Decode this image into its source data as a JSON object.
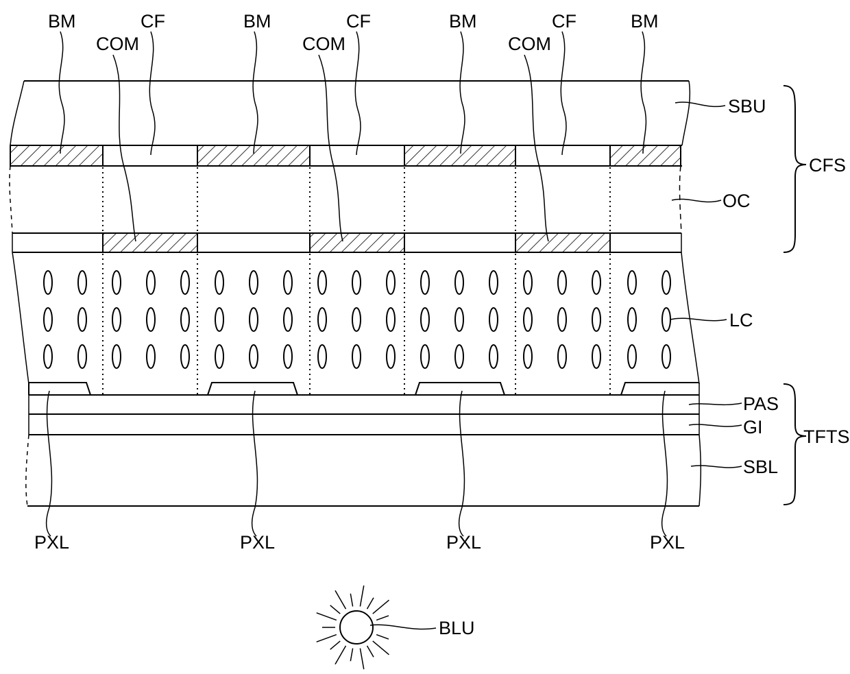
{
  "labels": {
    "bm": "BM",
    "cf": "CF",
    "com": "COM",
    "sbu": "SBU",
    "oc": "OC",
    "cfs": "CFS",
    "lc": "LC",
    "pas": "PAS",
    "gi": "GI",
    "tfts": "TFTS",
    "sbl": "SBL",
    "pxl": "PXL",
    "blu": "BLU"
  }
}
